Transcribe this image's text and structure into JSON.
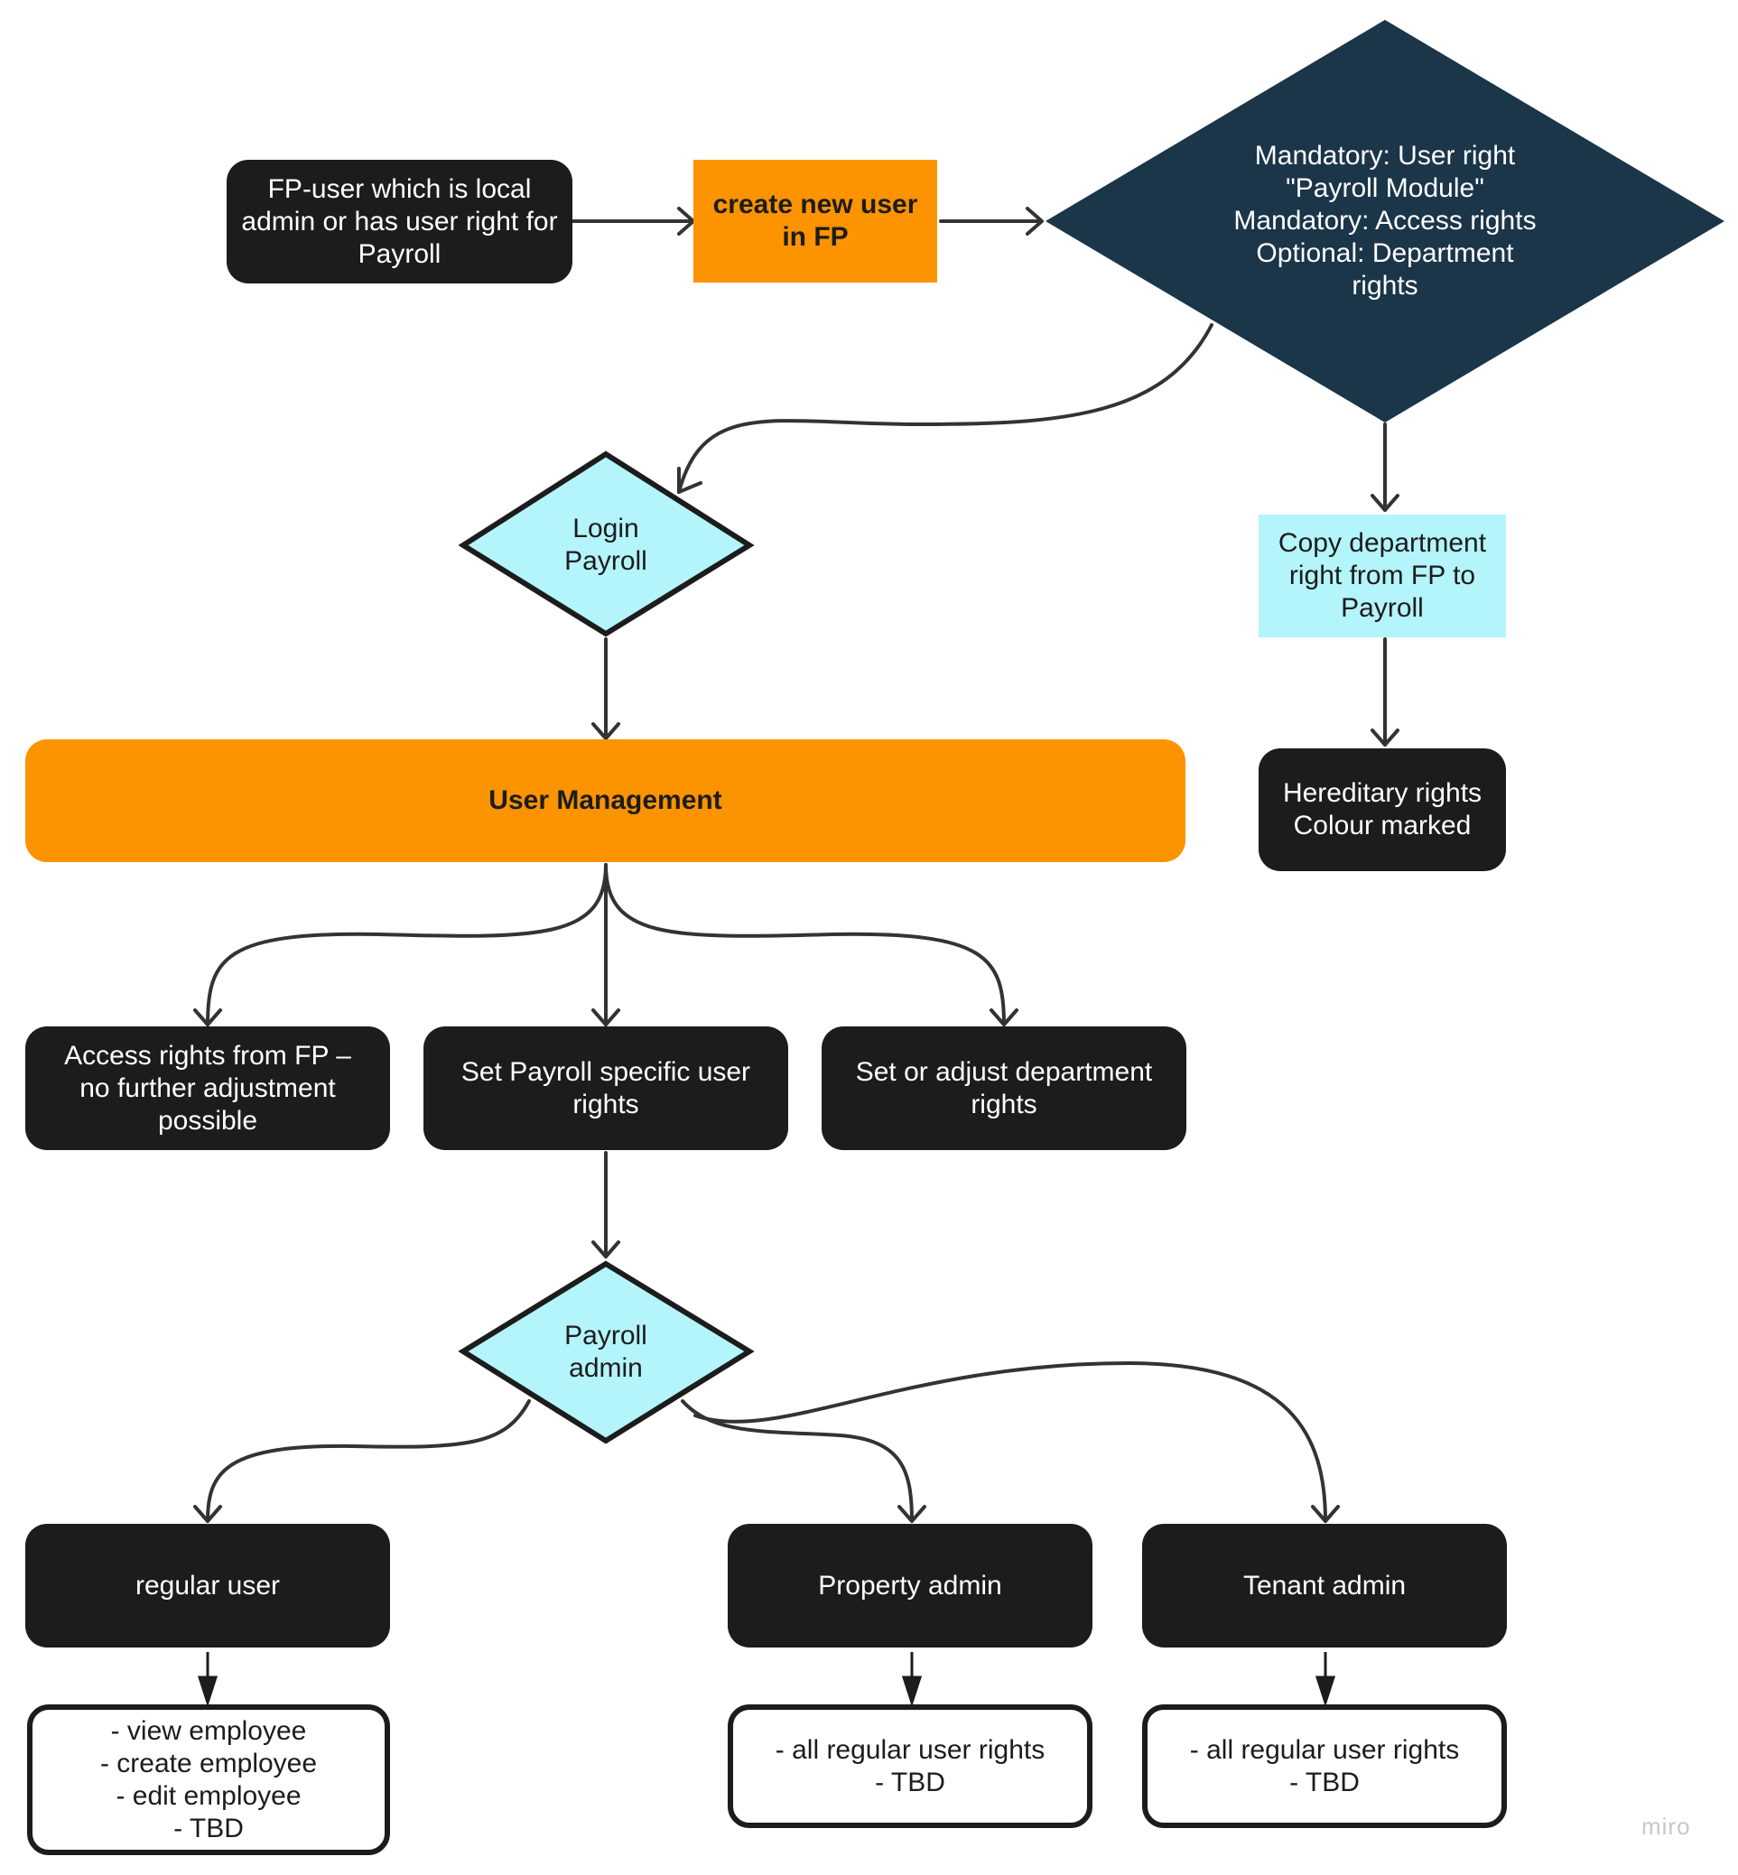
{
  "diagram": {
    "start": {
      "lines": [
        "FP-user which is local",
        "admin or has user right for",
        "Payroll"
      ]
    },
    "create_user": {
      "lines": [
        "create new user",
        "in FP"
      ]
    },
    "mandatory": {
      "lines": [
        "Mandatory: User right",
        "\"Payroll Module\"",
        "Mandatory: Access rights",
        "Optional: Department",
        "rights"
      ]
    },
    "login": {
      "lines": [
        "Login",
        "Payroll"
      ]
    },
    "copy_department": {
      "lines": [
        "Copy department",
        "right from FP to",
        "Payroll"
      ]
    },
    "user_management": {
      "lines": [
        "User Management"
      ]
    },
    "hereditary": {
      "lines": [
        "Hereditary rights",
        "Colour marked"
      ]
    },
    "access_rights": {
      "lines": [
        "Access rights from FP –",
        "no further adjustment",
        "possible"
      ]
    },
    "payroll_rights": {
      "lines": [
        "Set Payroll specific user",
        "rights"
      ]
    },
    "department_rights": {
      "lines": [
        "Set or adjust department",
        "rights"
      ]
    },
    "payroll_admin": {
      "lines": [
        "Payroll",
        "admin"
      ]
    },
    "regular_user": {
      "lines": [
        "regular user"
      ]
    },
    "property_admin": {
      "lines": [
        "Property admin"
      ]
    },
    "tenant_admin": {
      "lines": [
        "Tenant admin"
      ]
    },
    "regular_user_rights": {
      "lines": [
        "- view employee",
        "- create employee",
        "- edit employee",
        "- TBD"
      ]
    },
    "property_admin_rights": {
      "lines": [
        "- all regular user rights",
        "- TBD"
      ]
    },
    "tenant_admin_rights": {
      "lines": [
        "- all regular user rights",
        "- TBD"
      ]
    }
  },
  "colors": {
    "dark": "#1c1c1c",
    "orange": "#fc9300",
    "navy": "#1b3549",
    "cyan": "#b4f4fb",
    "connector": "#333333"
  },
  "watermark": "miro"
}
